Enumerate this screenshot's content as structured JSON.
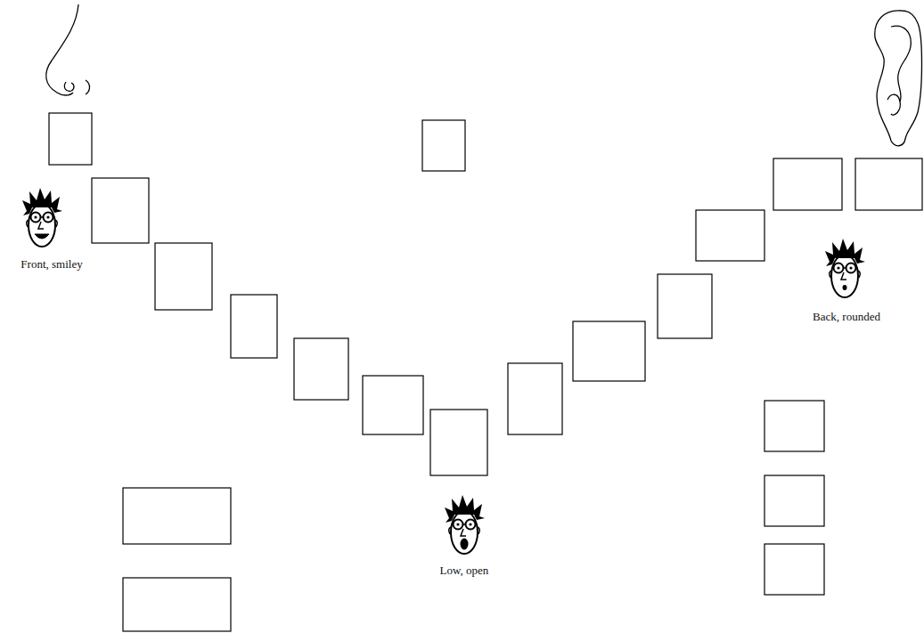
{
  "diagram": {
    "labels": [
      "Front, smiley",
      "Low, open",
      "Back, rounded"
    ]
  }
}
